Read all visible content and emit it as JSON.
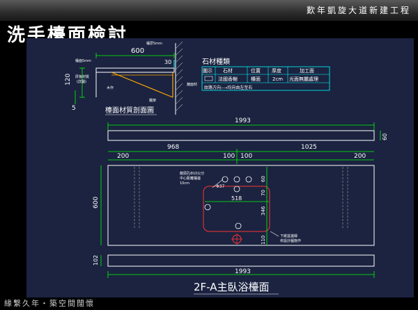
{
  "header": {
    "project_name": "歎年凱旋大道新建工程"
  },
  "slide": {
    "title": "洗手檯面檢討"
  },
  "footer": {
    "slogan": "緣繫久年・築空間闊懷"
  },
  "section_detail": {
    "caption": "檯面材質剖面圖",
    "width_dim": "600",
    "height_dim": "120",
    "side_dim": "5",
    "top_dim": "30",
    "note_top": "檯厚5mm",
    "note_left1": "檯面5mm",
    "note_left2": "厚板材質",
    "note_left3": "(詳圖)",
    "note_right": "牆面材",
    "note_bottom": "木作",
    "note_bracket": "鐵架"
  },
  "stone_table": {
    "title": "石材種類",
    "headers": [
      "圖示",
      "石材",
      "位置",
      "厚度",
      "加工面"
    ],
    "row": [
      "",
      "法國香榭",
      "檯面",
      "2cm",
      "光面無麗處理"
    ],
    "note": "紋路方向--→均向由左至右"
  },
  "plan": {
    "title": "2F-A主臥浴檯面",
    "dims": {
      "top_total": "1993",
      "left_segment": "968",
      "right_segment": "1025",
      "left_margin": "200",
      "right_margin": "200",
      "depth_top": "60",
      "depth_main": "600",
      "depth_bottom": "102",
      "bottom_total": "1993",
      "offset_a": "100",
      "offset_b": "100",
      "sink_width": "518",
      "sink_depth": "346",
      "sink_top": "60",
      "sink_mid": "70",
      "sink_bottom": "110"
    },
    "notes": {
      "faucet": "龍頭孔Φ10公分",
      "faucet2": "中心距離檯邊",
      "faucet3": "10cm",
      "drain": "下嵌盆邊緣",
      "drain2": "依設計圖施作",
      "diameter": "Φ37"
    }
  }
}
